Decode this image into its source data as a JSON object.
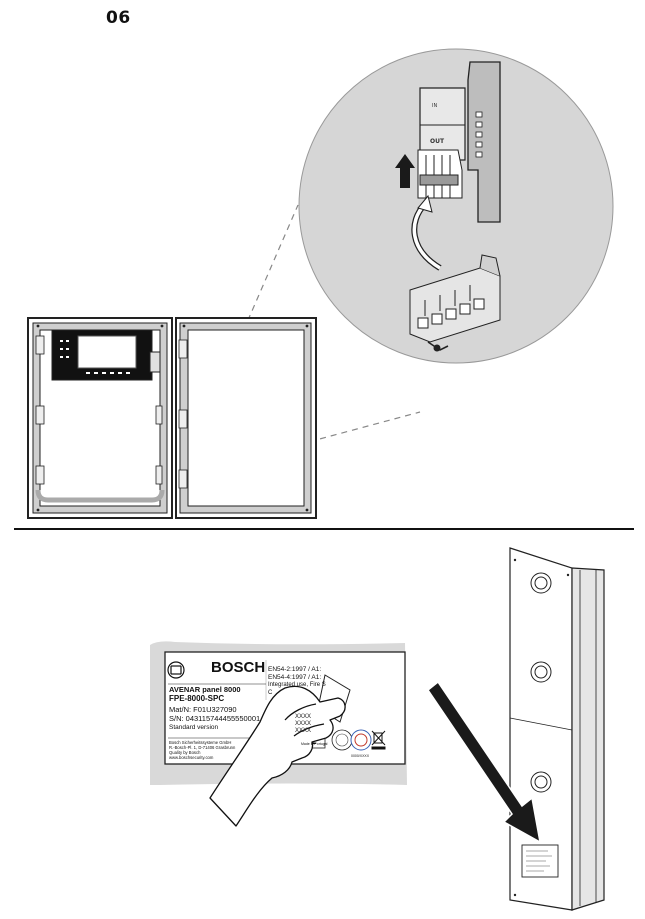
{
  "step_number": "06",
  "label": {
    "brand": "BOSCH",
    "product_line": "AVENAR panel 8000",
    "model": "FPE-8000-SPC",
    "mat_no": "Mat/N: F01U327090",
    "serial_no": "S/N: 043115744455550001",
    "version": "Standard version",
    "standards": [
      "EN54-2:1997 / A1:",
      "EN54-4:1997 / A1:",
      "Integrated use, Fire S",
      "C"
    ],
    "partial_lines": [
      "XXXX",
      "XXXX",
      "XXXX"
    ],
    "manufacturer": [
      "Bosch Sicherheitssysteme GmbH",
      "R.-Bosch-Pl. 1, D-71406 Grasbrunn",
      "Quality by Bosch",
      "www.boschsecurity.com"
    ],
    "made_in": "Made in Portugal",
    "cert_text": [
      "0000/XXXX"
    ]
  },
  "colors": {
    "ink": "#111111",
    "zoom_circle": "#d6d6d6",
    "label_backdrop": "#d9d9d9",
    "arrow_fill": "#1a1a1a"
  },
  "icons": [
    "bosch-logo-icon",
    "up-arrow-icon",
    "curved-arrow-icon",
    "large-diagonal-arrow-icon",
    "ce-mark-icon",
    "recycle-bin-icon"
  ]
}
